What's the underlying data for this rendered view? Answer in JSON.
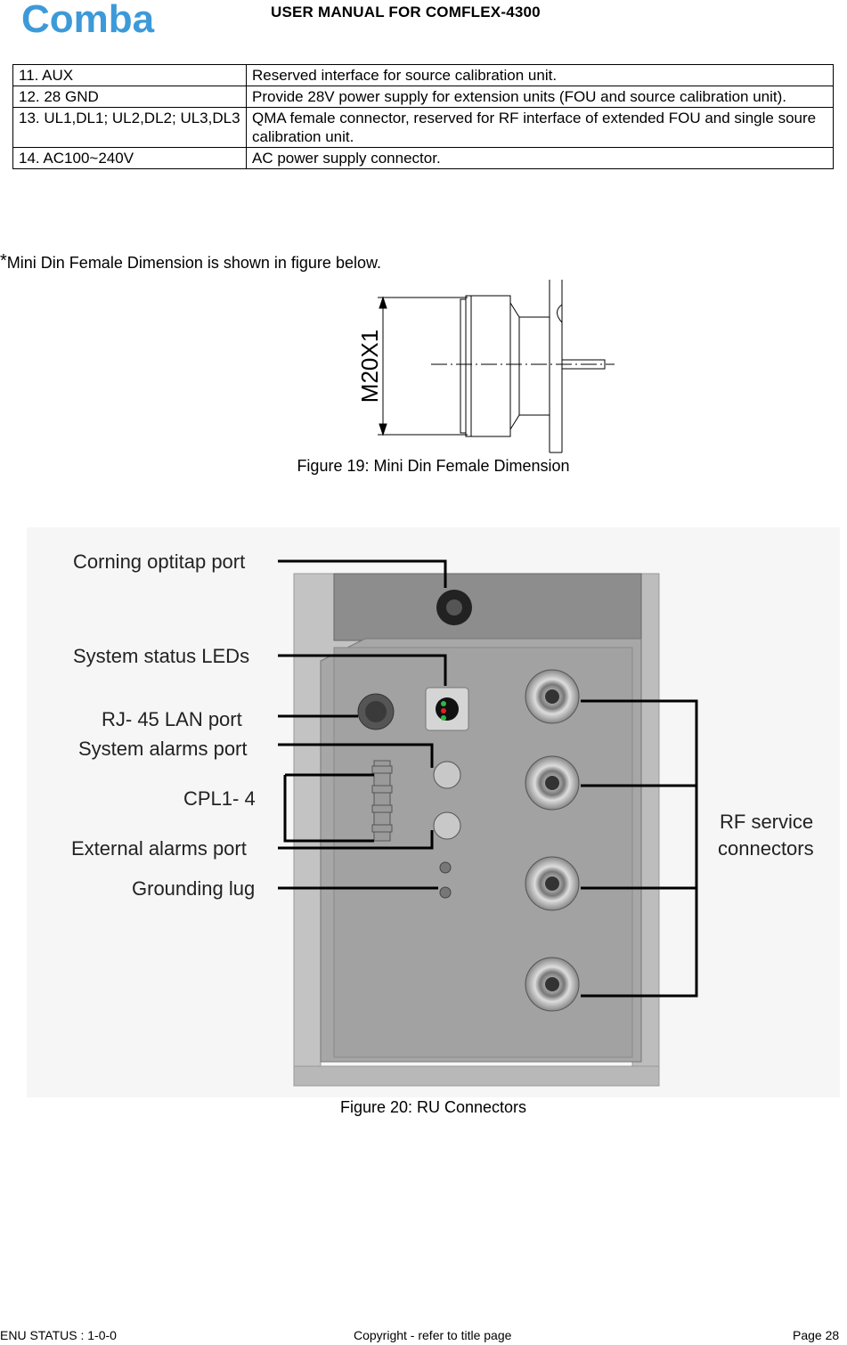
{
  "header": {
    "logo_text": "Comba",
    "title": "USER MANUAL FOR COMFLEX-4300"
  },
  "spec_table": [
    {
      "item": "11. AUX",
      "desc": "Reserved interface for source calibration unit."
    },
    {
      "item": "12. 28 GND",
      "desc": "Provide 28V power supply for extension units (FOU and source calibration unit)."
    },
    {
      "item": "13. UL1,DL1; UL2,DL2; UL3,DL3",
      "desc": "QMA female connector, reserved for RF interface of extended FOU and single soure calibration unit."
    },
    {
      "item": "14. AC100~240V",
      "desc": "AC power supply connector."
    }
  ],
  "note": {
    "asterisk": "*",
    "text": "Mini Din Female Dimension is shown in figure below."
  },
  "figure19": {
    "dimension_label": "M20X1",
    "caption": "Figure 19: Mini Din Female Dimension"
  },
  "figure20": {
    "labels": {
      "corning": "Corning optitap port",
      "leds": "System status LEDs",
      "lan": "RJ- 45 LAN port",
      "sysalm": "System alarms port",
      "cpl": "CPL1- 4",
      "extalm": "External  alarms port",
      "ground": "Grounding lug",
      "rf1": "RF service",
      "rf2": "connectors"
    },
    "caption": "Figure 20: RU Connectors"
  },
  "footer": {
    "status": "ENU STATUS : 1-0-0",
    "copyright": "Copyright - refer to title page",
    "page": "Page 28"
  },
  "colors": {
    "logo_blue": "#3d9ad9",
    "enclosure_gray": "#c8c8c8",
    "panel_gray": "#a9a9a9"
  }
}
